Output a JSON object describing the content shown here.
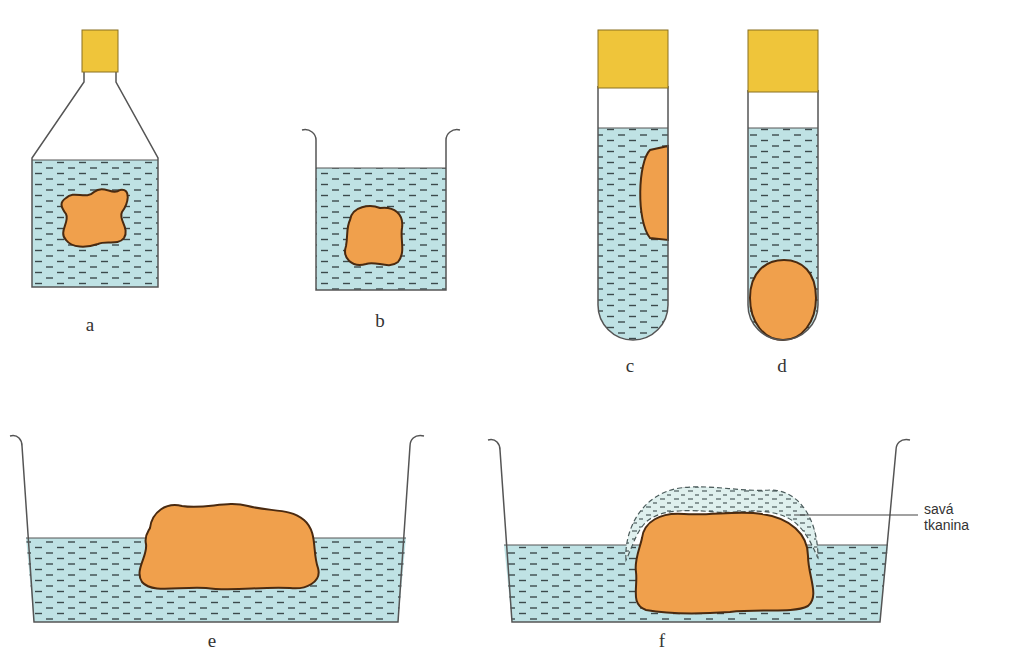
{
  "diagram": {
    "labels": [
      "a",
      "b",
      "c",
      "d",
      "e",
      "f",
      "savá tkanina"
    ]
  }
}
